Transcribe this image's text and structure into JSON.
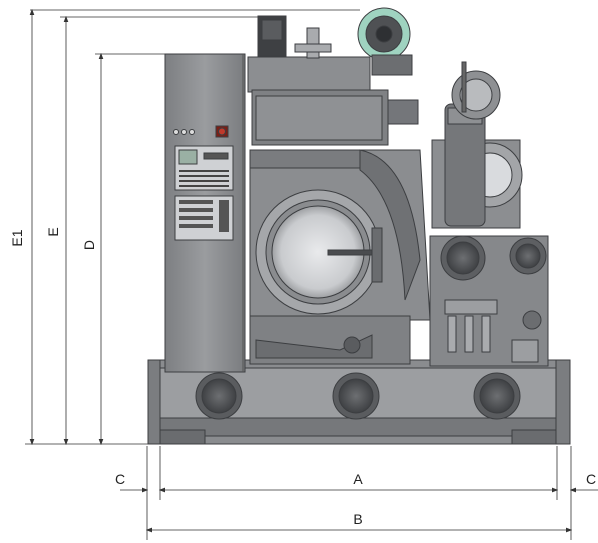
{
  "dimensions": {
    "e1": "E1",
    "e": "E",
    "d": "D",
    "a": "A",
    "b": "B",
    "c_left": "C",
    "c_right": "C"
  },
  "colors": {
    "machine_body": "#8e9093",
    "machine_dark": "#5c5e61",
    "machine_light": "#b5b7ba",
    "dimension_line": "#333333",
    "motor_green": "#9fd3c0",
    "stop_button": "#c0392b"
  }
}
